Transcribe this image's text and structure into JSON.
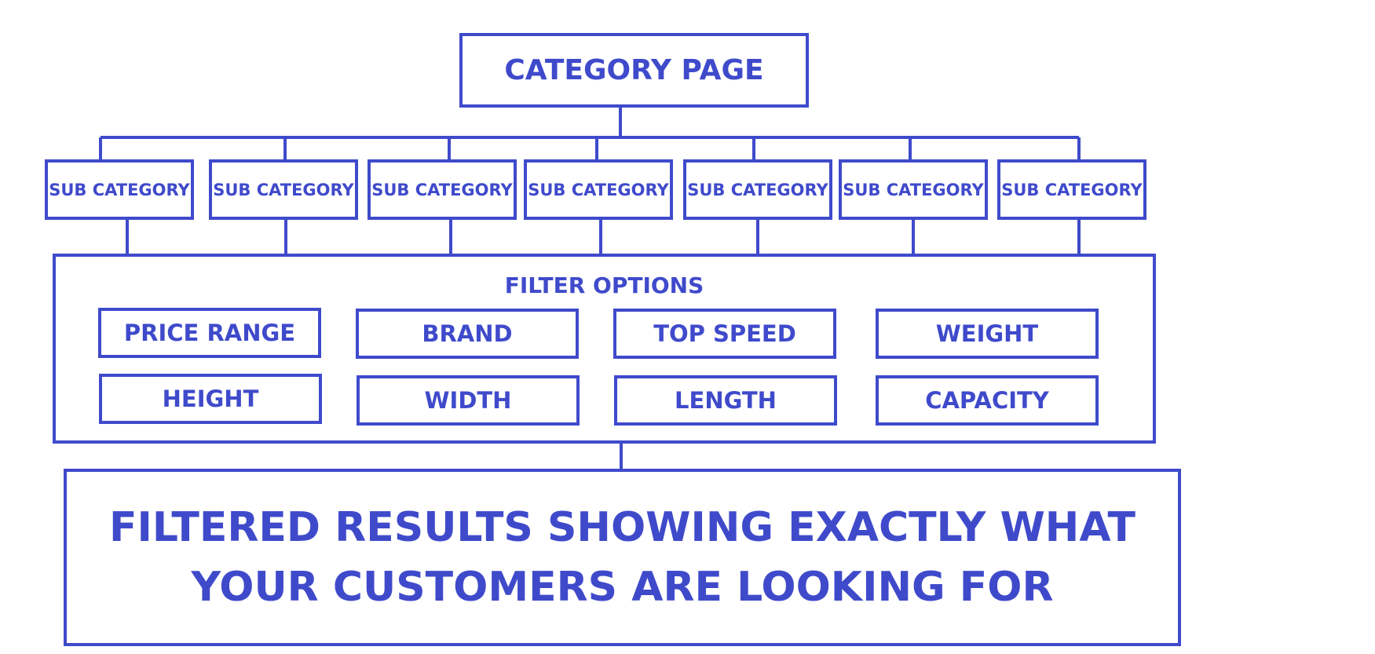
{
  "diagram": {
    "category": "CATEGORY PAGE",
    "subcategories": [
      "SUB CATEGORY",
      "SUB CATEGORY",
      "SUB CATEGORY",
      "SUB CATEGORY",
      "SUB CATEGORY",
      "SUB CATEGORY",
      "SUB CATEGORY"
    ],
    "filter_title": "FILTER OPTIONS",
    "filters": [
      "PRICE RANGE",
      "BRAND",
      "TOP SPEED",
      "WEIGHT",
      "HEIGHT",
      "WIDTH",
      "LENGTH",
      "CAPACITY"
    ],
    "results_line1": "FILTERED RESULTS SHOWING EXACTLY WHAT",
    "results_line2": "YOUR CUSTOMERS ARE LOOKING FOR",
    "colors": {
      "primary": "#3f4acb",
      "background": "#ffffff"
    }
  }
}
